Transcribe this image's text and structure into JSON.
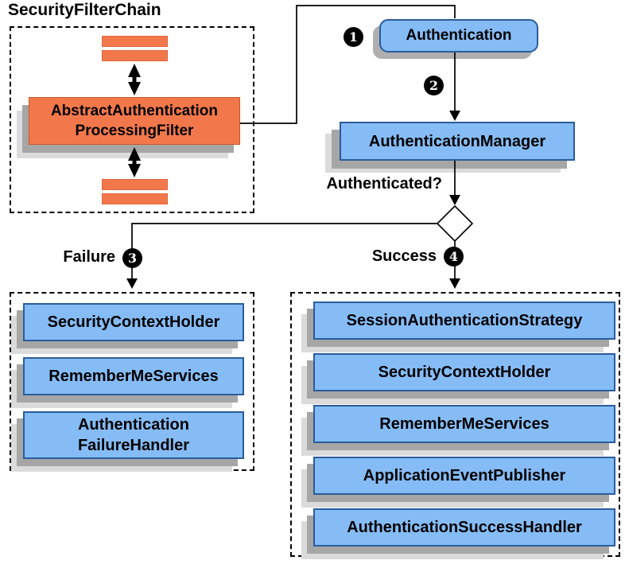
{
  "diagram": {
    "title": "SecurityFilterChain",
    "filter_chain": {
      "main_filter": [
        "AbstractAuthentication",
        "ProcessingFilter"
      ]
    },
    "nodes": {
      "authentication": "Authentication",
      "authentication_manager": "AuthenticationManager"
    },
    "labels": {
      "authenticated": "Authenticated?",
      "failure": "Failure",
      "success": "Success"
    },
    "steps": {
      "one": "1",
      "two": "2",
      "three": "3",
      "four": "4"
    },
    "failure_branch": {
      "items": [
        [
          "SecurityContextHolder"
        ],
        [
          "RememberMeServices"
        ],
        [
          "Authentication",
          "FailureHandler"
        ]
      ]
    },
    "success_branch": {
      "items": [
        [
          "SessionAuthenticationStrategy"
        ],
        [
          "SecurityContextHolder"
        ],
        [
          "RememberMeServices"
        ],
        [
          "ApplicationEventPublisher"
        ],
        [
          "AuthenticationSuccessHandler"
        ]
      ]
    },
    "colors": {
      "node_fill": "#86BCF6",
      "node_border": "#2A5C9C",
      "filter_fill": "#F2784B",
      "filter_border": "#C9582B",
      "shadow_dark": "#A6A6A6",
      "shadow_light": "#DBDBDB",
      "connector": "#000000"
    }
  }
}
